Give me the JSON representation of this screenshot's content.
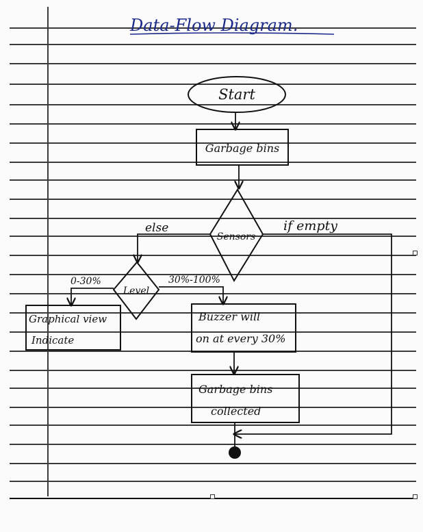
{
  "title": "Data-Flow Diagram.",
  "nodes": {
    "start": "Start",
    "garbage_bins": "Garbage bins",
    "sensors": "Sensors",
    "level": "Level",
    "graphical_view_line1": "Graphical view",
    "graphical_view_line2": "Indicate",
    "buzzer_line1": "Buzzer will",
    "buzzer_line2": "on at every 30%",
    "collected_line1": "Garbage bins",
    "collected_line2": "collected"
  },
  "edge_labels": {
    "else": "else",
    "if_empty": "if empty",
    "low_range": "0-30%",
    "high_range": "30%-100%"
  },
  "colors": {
    "ink": "#111111",
    "title_ink": "#1c2a8a",
    "paper": "#fbfbfb",
    "rule": "#3a3a3a"
  }
}
